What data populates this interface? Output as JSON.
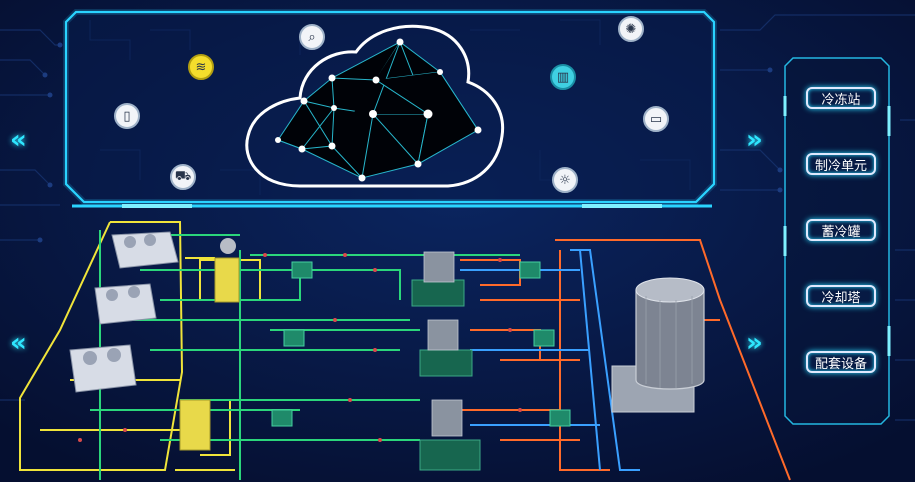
{
  "menu": {
    "items": [
      {
        "label": "冷冻站"
      },
      {
        "label": "制冷单元"
      },
      {
        "label": "蓄冷罐"
      },
      {
        "label": "冷却塔"
      },
      {
        "label": "配套设备"
      }
    ]
  },
  "nav": {
    "prev_label": "«",
    "next_label": "»"
  },
  "icons": [
    {
      "name": "search-icon",
      "glyph": "⌕"
    },
    {
      "name": "database-icon",
      "glyph": "≋"
    },
    {
      "name": "mobile-icon",
      "glyph": "▯"
    },
    {
      "name": "car-icon",
      "glyph": "⛟"
    },
    {
      "name": "settings-icon",
      "glyph": "✺"
    },
    {
      "name": "building-icon",
      "glyph": "▥"
    },
    {
      "name": "monitor-icon",
      "glyph": "▭"
    },
    {
      "name": "lightbulb-icon",
      "glyph": "☼"
    }
  ],
  "colors": {
    "background": "#06123a",
    "accent": "#27d8ff",
    "pipe_yellow": "#f0e43a",
    "pipe_green": "#2bd67b",
    "pipe_orange": "#ff6a2a",
    "pipe_blue": "#3aa0ff"
  }
}
